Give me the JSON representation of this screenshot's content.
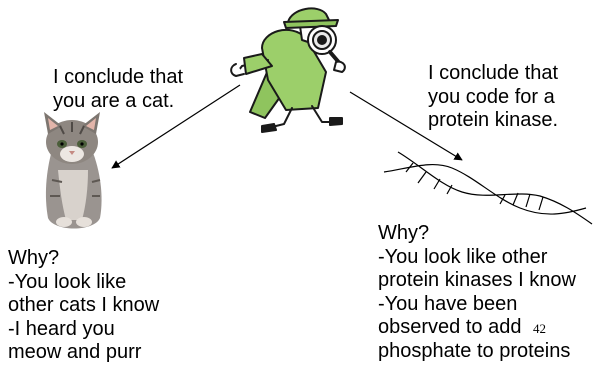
{
  "left_conclusion": [
    "I conclude that",
    "you are a cat."
  ],
  "right_conclusion": [
    "I conclude that",
    "you code for a",
    "protein kinase."
  ],
  "left_why": [
    "Why?",
    "-You look like",
    "other cats I know",
    "-I heard you",
    "meow and purr"
  ],
  "right_why": [
    "Why?",
    "-You look like other",
    "protein kinases I know",
    "-You have been",
    "observed to add",
    "phosphate to proteins"
  ],
  "page_number": "42",
  "icons": {
    "detective": "detective-with-magnifying-glass-icon",
    "cat": "kitten-icon",
    "dna": "dna-double-helix-icon"
  },
  "colors": {
    "detective_coat": "#9ccf6a",
    "cat_fur": "#9a9490",
    "line": "#000000"
  }
}
